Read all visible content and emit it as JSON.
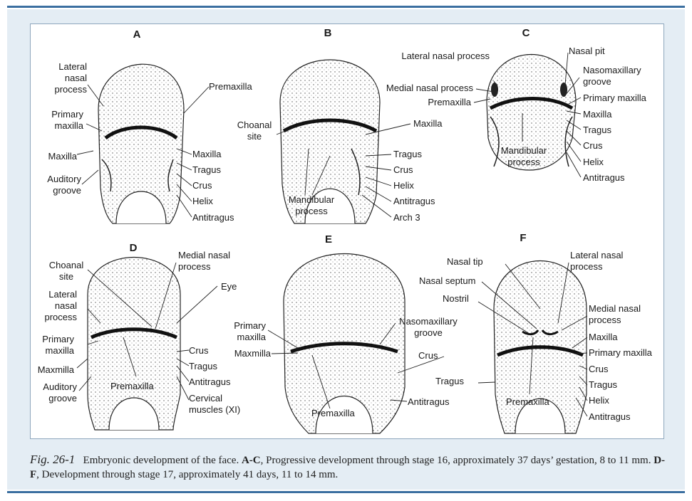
{
  "panels": {
    "A": {
      "letter": "A",
      "left_labels": [
        [
          "Lateral",
          "nasal",
          "process"
        ],
        [
          "Primary",
          "maxilla"
        ],
        [
          "Maxilla"
        ],
        [
          "Auditory",
          "groove"
        ]
      ],
      "right_labels": [
        "Premaxilla",
        "Maxilla",
        "Tragus",
        "Crus",
        "Helix",
        "Antitragus"
      ]
    },
    "B": {
      "letter": "B",
      "choanal": [
        "Choanal",
        "site"
      ],
      "maxilla": "Maxilla",
      "mandibular": [
        "Mandibular",
        "process"
      ],
      "right_labels": [
        "Tragus",
        "Crus",
        "Helix",
        "Antitragus",
        "Arch 3"
      ]
    },
    "C": {
      "letter": "C",
      "left_labels": [
        "Lateral nasal process",
        "Medial nasal process",
        "Premaxilla"
      ],
      "mandibular": [
        "Mandibular",
        "process"
      ],
      "nasal_pit": "Nasal pit",
      "nasomaxillary": [
        "Nasomaxillary",
        "groove"
      ],
      "right_labels": [
        "Primary maxilla",
        "Maxilla",
        "Tragus",
        "Crus",
        "Helix",
        "Antitragus"
      ]
    },
    "D": {
      "letter": "D",
      "choanal": [
        "Choanal",
        "site"
      ],
      "medial_nasal": [
        "Medial nasal",
        "process"
      ],
      "eye": "Eye",
      "left_labels": [
        [
          "Lateral",
          "nasal",
          "process"
        ],
        [
          "Primary",
          "maxilla"
        ],
        [
          "Maxmilla"
        ],
        [
          "Auditory",
          "groove"
        ]
      ],
      "premaxilla": "Premaxilla",
      "right_labels": [
        "Crus",
        "Tragus",
        "Antitragus"
      ],
      "cervical": [
        "Cervical",
        "muscles (XI)"
      ]
    },
    "E": {
      "letter": "E",
      "primary_maxilla": [
        "Primary",
        "maxilla"
      ],
      "maxmilla": "Maxmilla",
      "premaxilla": "Premaxilla",
      "nasomaxillary": [
        "Nasomaxillary",
        "groove"
      ],
      "crus": "Crus",
      "tragus": "Tragus",
      "antitragus": "Antitragus"
    },
    "F": {
      "letter": "F",
      "nasal_tip": "Nasal tip",
      "nasal_septum": "Nasal septum",
      "nostril": "Nostril",
      "lateral_nasal": [
        "Lateral nasal",
        "process"
      ],
      "medial_nasal": [
        "Medial nasal",
        "process"
      ],
      "right_labels": [
        "Maxilla",
        "Primary maxilla",
        "Crus",
        "Tragus",
        "Helix",
        "Antitragus"
      ],
      "premaxilla": "Premaxilla"
    }
  },
  "caption": {
    "fig_label": "Fig. 26-1",
    "text_1": "Embryonic development of the face.",
    "range_1": "A-C",
    "text_2": ", Progressive development through stage 16, approximately 37 days’ gestation, 8 to 11 mm.",
    "range_2": "D-F",
    "text_3": ", Development through stage 17, approximately 41 days, 11 to 14 mm."
  },
  "colors": {
    "rule": "#3b6fa0",
    "figure_background": "#e4edf4",
    "ink": "#1a1a1a"
  }
}
